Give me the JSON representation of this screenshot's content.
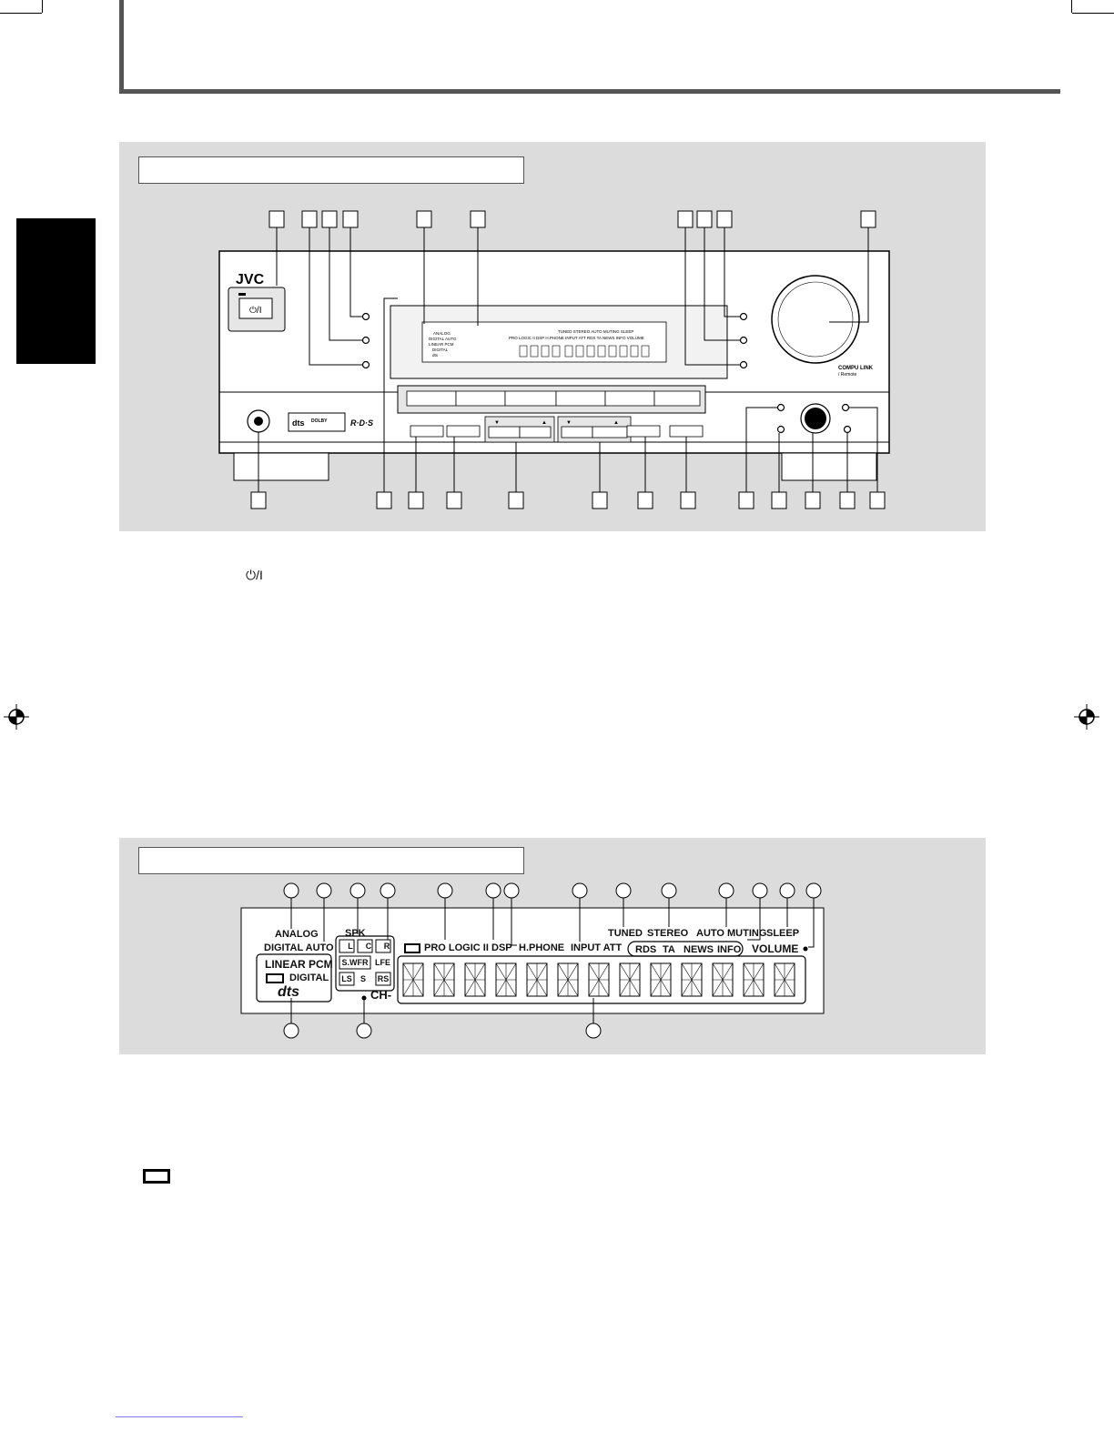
{
  "front_panel": {
    "brand": "JVC",
    "power_symbol": "⏻/I",
    "logos": [
      "dts",
      "DOLBY",
      "R·D·S"
    ],
    "compulink_text": "COMPU LINK",
    "compulink_sub": "/ Remote",
    "display_legends": {
      "row1": "ANALOG",
      "row2": "DIGITAL AUTO",
      "row3": "LINEAR PCM",
      "row4": "DIGITAL",
      "row5": "dts",
      "top_right": "TUNED  STEREO  AUTO MUTING  SLEEP",
      "mid": "PRO LOGIC II  DSP  H.PHONE  INPUT ATT  RDS  TA  NEWS  INFO  VOLUME"
    }
  },
  "display_window": {
    "analog": "ANALOG",
    "digital_auto": "DIGITAL AUTO",
    "spk": "SPK",
    "spk_boxes": [
      "L",
      "C",
      "R",
      "S.WFR",
      "LFE",
      "LS",
      "S",
      "RS"
    ],
    "linear_pcm": "LINEAR PCM",
    "dolby_digital": "DIGITAL",
    "dts": "dts",
    "pro_logic": "PRO LOGIC II",
    "dsp": "DSP",
    "hphone": "H.PHONE",
    "input_att": "INPUT ATT",
    "tuned": "TUNED",
    "stereo": "STEREO",
    "auto_muting": "AUTO MUTING",
    "sleep": "SLEEP",
    "rds": "RDS",
    "ta": "TA",
    "news": "NEWS",
    "info": "INFO",
    "volume": "VOLUME",
    "ch": "CH-"
  },
  "colors": {
    "panel_bg": "#dcdcdc",
    "header_bar": "#555555",
    "footer_line": "#7a7aff"
  }
}
